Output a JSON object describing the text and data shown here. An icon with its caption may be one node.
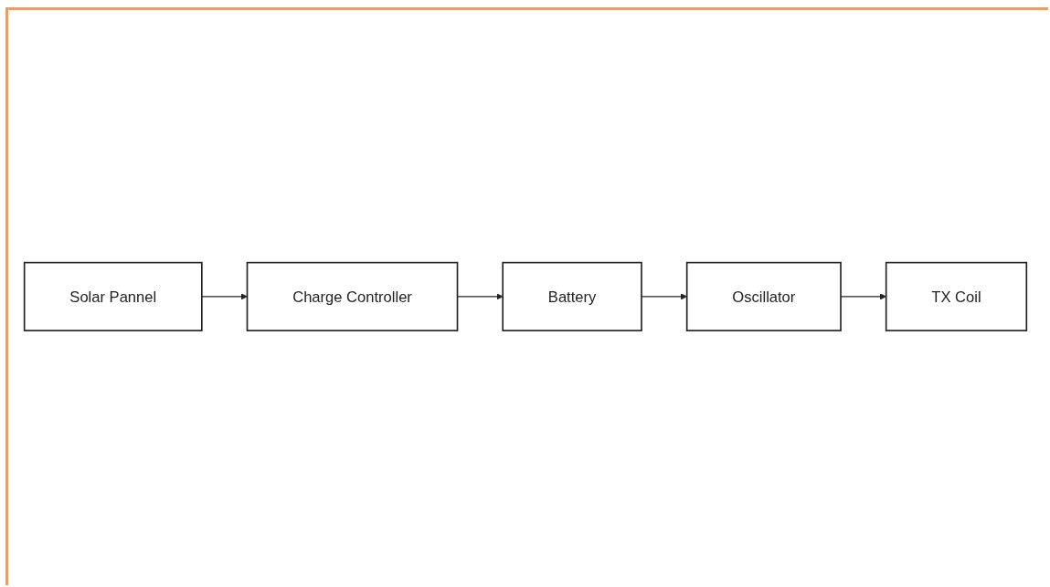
{
  "diagram": {
    "nodes": [
      {
        "text": [
          "Solar Pannel"
        ]
      },
      {
        "text": [
          "Charge Controller"
        ]
      },
      {
        "text": [
          "Battery"
        ]
      },
      {
        "text": [
          "Oscillator"
        ]
      },
      {
        "text": [
          "TX Coil"
        ]
      }
    ],
    "edges": [
      {
        "from": 0,
        "to": 1,
        "arrow": "to"
      },
      {
        "from": 1,
        "to": 2,
        "arrow": "to"
      },
      {
        "from": 2,
        "to": 3,
        "arrow": "to"
      },
      {
        "from": 3,
        "to": 4,
        "arrow": "to"
      }
    ]
  }
}
